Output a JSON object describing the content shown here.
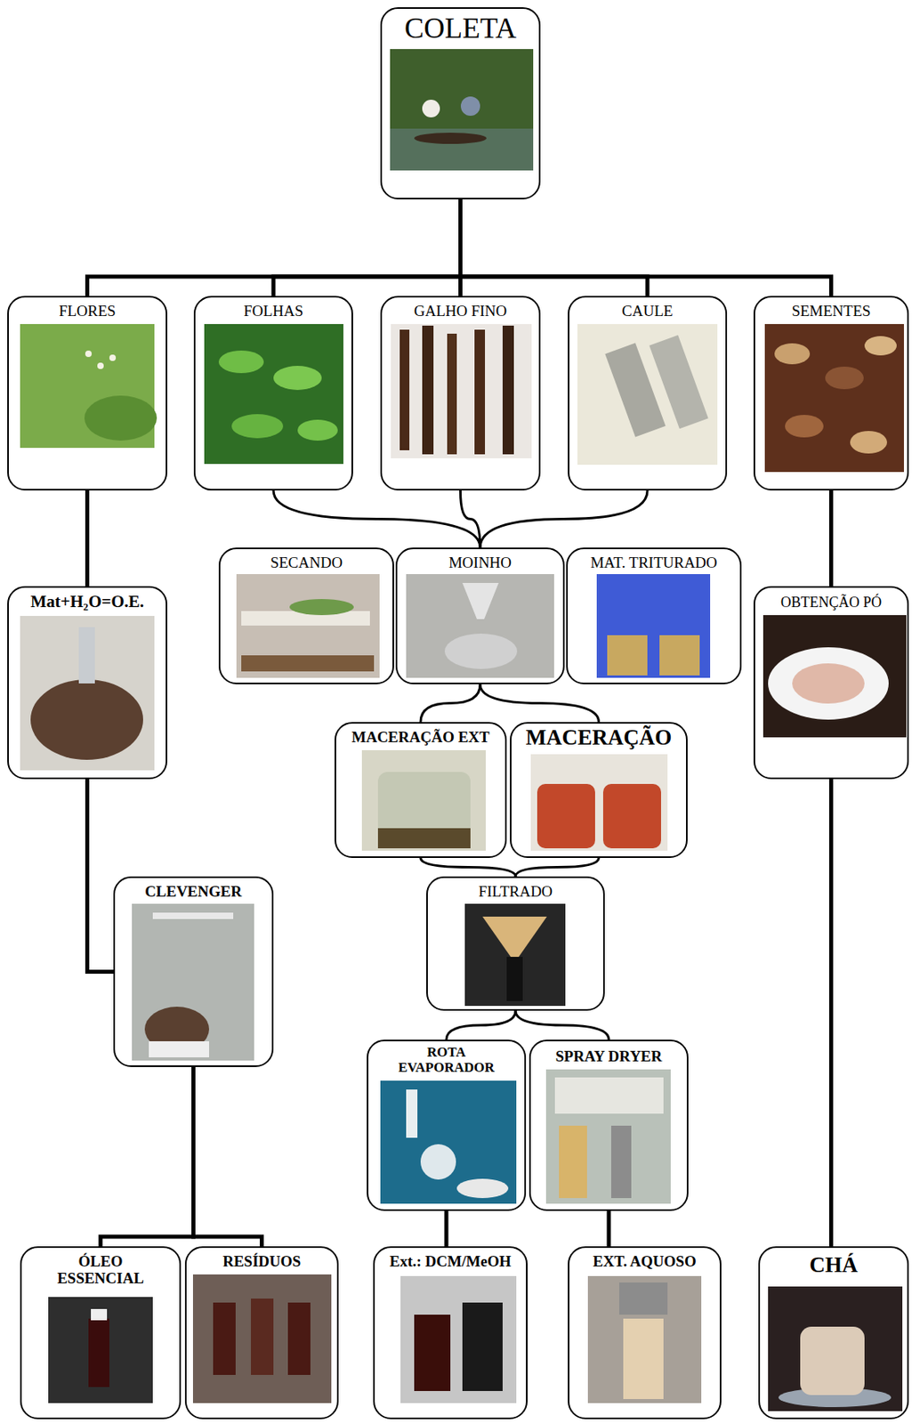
{
  "diagram": {
    "nodes": [
      {
        "text": [
          "COLETA"
        ]
      },
      {
        "text": [
          "FLORES"
        ]
      },
      {
        "text": [
          "FOLHAS"
        ]
      },
      {
        "text": [
          "GALHO FINO"
        ]
      },
      {
        "text": [
          "CAULE"
        ]
      },
      {
        "text": [
          "SEMENTES"
        ]
      },
      {
        "text": [
          "Mat+H₂O=O.E."
        ]
      },
      {
        "text": [
          "SECANDO"
        ]
      },
      {
        "text": [
          "MOINHO"
        ]
      },
      {
        "text": [
          "MAT. TRITURADO"
        ]
      },
      {
        "text": [
          "OBTENÇÃO PÓ"
        ]
      },
      {
        "text": [
          "MACERAÇÃO EXT"
        ]
      },
      {
        "text": [
          "MACERAÇÃO"
        ]
      },
      {
        "text": [
          "CLEVENGER"
        ]
      },
      {
        "text": [
          "FILTRADO"
        ]
      },
      {
        "text": [
          "ROTA EVAPORADOR"
        ]
      },
      {
        "text": [
          "SPRAY DRYER"
        ]
      },
      {
        "text": [
          "ÓLEO ESSENCIAL"
        ]
      },
      {
        "text": [
          "RESÍDUOS"
        ]
      },
      {
        "text": [
          "Ext.: DCM/MeOH"
        ]
      },
      {
        "text": [
          "EXT. AQUOSO"
        ]
      },
      {
        "text": [
          "CHÁ"
        ]
      }
    ],
    "edges": [
      {
        "from": 0,
        "to": 1,
        "arrow": "none"
      },
      {
        "from": 0,
        "to": 2,
        "arrow": "none"
      },
      {
        "from": 0,
        "to": 3,
        "arrow": "none"
      },
      {
        "from": 0,
        "to": 4,
        "arrow": "none"
      },
      {
        "from": 0,
        "to": 5,
        "arrow": "none"
      },
      {
        "from": 1,
        "to": 6,
        "arrow": "none"
      },
      {
        "from": 2,
        "to": 8,
        "arrow": "none"
      },
      {
        "from": 3,
        "to": 8,
        "arrow": "none"
      },
      {
        "from": 4,
        "to": 8,
        "arrow": "none"
      },
      {
        "from": 5,
        "to": 10,
        "arrow": "none"
      },
      {
        "from": 6,
        "to": 13,
        "arrow": "none"
      },
      {
        "from": 8,
        "to": 11,
        "arrow": "none"
      },
      {
        "from": 8,
        "to": 12,
        "arrow": "none"
      },
      {
        "from": 13,
        "to": 17,
        "arrow": "none"
      },
      {
        "from": 13,
        "to": 18,
        "arrow": "none"
      },
      {
        "from": 11,
        "to": 14,
        "arrow": "none"
      },
      {
        "from": 12,
        "to": 14,
        "arrow": "none"
      },
      {
        "from": 14,
        "to": 15,
        "arrow": "none"
      },
      {
        "from": 14,
        "to": 16,
        "arrow": "none"
      },
      {
        "from": 10,
        "to": 21,
        "arrow": "none"
      },
      {
        "from": 15,
        "to": 19,
        "arrow": "none"
      },
      {
        "from": 16,
        "to": 20,
        "arrow": "none"
      }
    ]
  }
}
